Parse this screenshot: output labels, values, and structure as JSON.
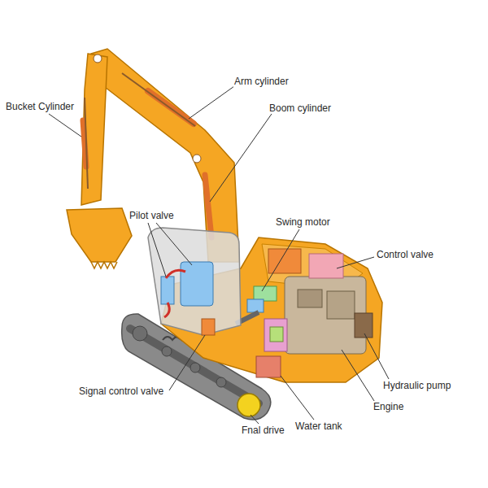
{
  "diagram": {
    "labels": [
      "Bucket Cylinder",
      "Arm cylinder",
      "Boom cylinder",
      "Pilot valve",
      "Swing motor",
      "Control valve",
      "Signal control valve",
      "Hydraulic pump",
      "Engine",
      "Fnal drive",
      "Water tank"
    ]
  }
}
